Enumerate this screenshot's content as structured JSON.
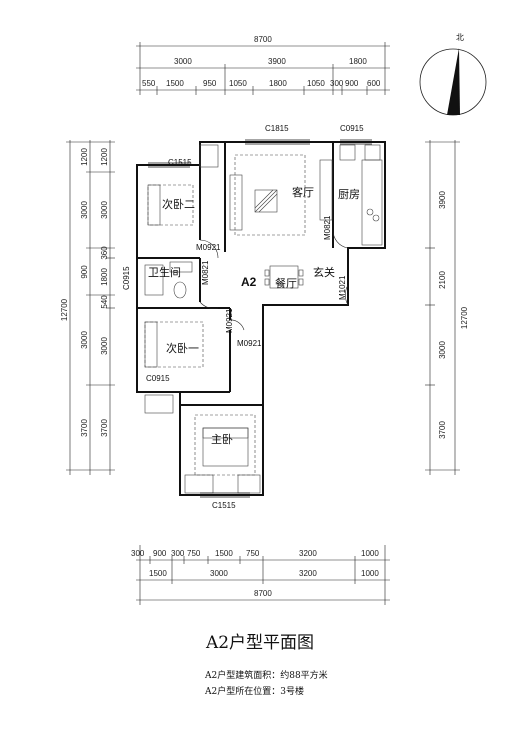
{
  "north": "北",
  "title": "A2户型平面图",
  "info": {
    "area": "A2户型建筑面积：约88平方米",
    "location": "A2户型所在位置：3号楼"
  },
  "unit_label": "A2",
  "rooms": {
    "living": "客厅",
    "kitchen": "厨房",
    "second_bedroom_2": "次卧二",
    "bathroom": "卫生间",
    "dining": "餐厅",
    "entrance": "玄关",
    "second_bedroom_1": "次卧一",
    "master": "主卧"
  },
  "openings": {
    "c1815": "C1815",
    "c0915_top": "C0915",
    "c1515_top": "C1515",
    "m0921_a": "M0921",
    "m0821_a": "M0821",
    "m0821_b": "M0821",
    "c0915_side": "C0915",
    "m0921_b": "M0921",
    "m0921_c": "M0921",
    "c0915_bottom": "C0915",
    "m1021": "M1021",
    "c1515_bottom": "C1515"
  },
  "dims": {
    "top_total": "8700",
    "top_row1": [
      "3000",
      "3900",
      "1800"
    ],
    "top_row2": [
      "550",
      "1500",
      "950",
      "1050",
      "1800",
      "1050",
      "300",
      "900",
      "600"
    ],
    "left_row1": [
      "1200",
      "3000",
      "360",
      "1800",
      "540",
      "3000",
      "3700"
    ],
    "left_row2": [
      "1200",
      "3000",
      "900",
      "3000",
      "3700"
    ],
    "left_total": "12700",
    "right_row1": [
      "3900",
      "2100",
      "3000",
      "3700"
    ],
    "right_total": "12700",
    "bottom_row1": [
      "300",
      "900",
      "300",
      "750",
      "1500",
      "750",
      "3200",
      "1000"
    ],
    "bottom_row2": [
      "1500",
      "3000",
      "3200",
      "1000"
    ],
    "bottom_total": "8700"
  }
}
